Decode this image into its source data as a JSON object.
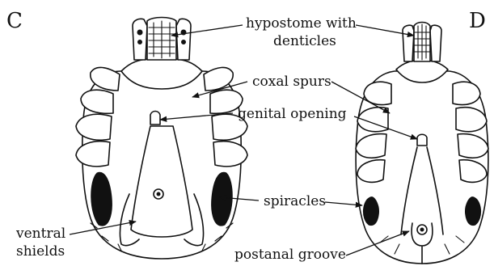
{
  "panels": [
    {
      "letter": "C"
    },
    {
      "letter": "D"
    }
  ],
  "labels": {
    "hypostome_line1": "hypostome with",
    "hypostome_line2": "denticles",
    "coxal_spurs": "coxal spurs",
    "genital_opening": "genital opening",
    "spiracles": "spiracles",
    "ventral_line1": "ventral",
    "ventral_line2": "shields",
    "postanal_groove": "postanal groove"
  },
  "colors": {
    "ink": "#111111",
    "background": "#ffffff"
  }
}
